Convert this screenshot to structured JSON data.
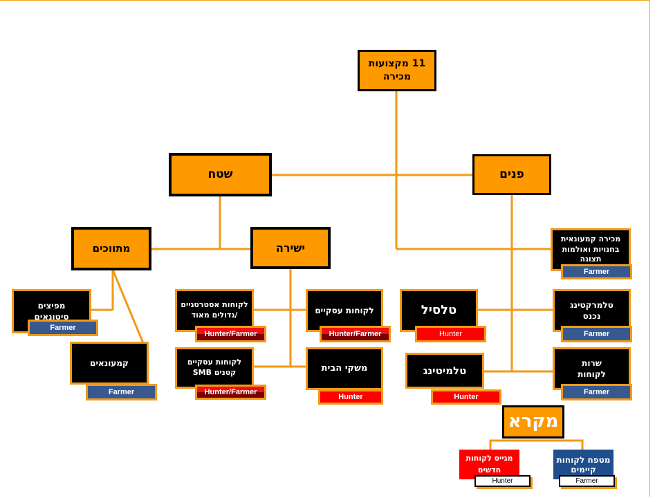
{
  "root": "11 מקצועות מכירה",
  "branch_field": "שטח",
  "branch_inside": "פנים",
  "field": {
    "intermediaries": "מתווכים",
    "direct": "ישירה",
    "distributors": "מפיצים סיטונאים",
    "retailers": "קמעונאים",
    "strategic": "לקוחות אסטרטגיים /גדולים מאוד",
    "smb": "לקוחות עסקיים קטנים SMB",
    "business": "לקוחות עסקיים",
    "households": "משקי הבית"
  },
  "inside": {
    "retail_stores": "מכירה קמעונאית בחנויות ואולמות תצוגה",
    "telemarketing_in": "טלמרקטינג נכנס",
    "telesales": "טלסיל",
    "telemeeting": "טלמיטינג",
    "customer_service": "שרות לקוחות"
  },
  "tags": {
    "farmer": "Farmer",
    "hunter": "Hunter",
    "hunter_farmer": "Hunter/Farmer"
  },
  "legend": {
    "title": "מקרא",
    "acquirer": "מגייס לקוחות חדשים",
    "keeper": "מטפח לקוחות קיימים",
    "hunter": "Hunter",
    "farmer": "Farmer"
  }
}
